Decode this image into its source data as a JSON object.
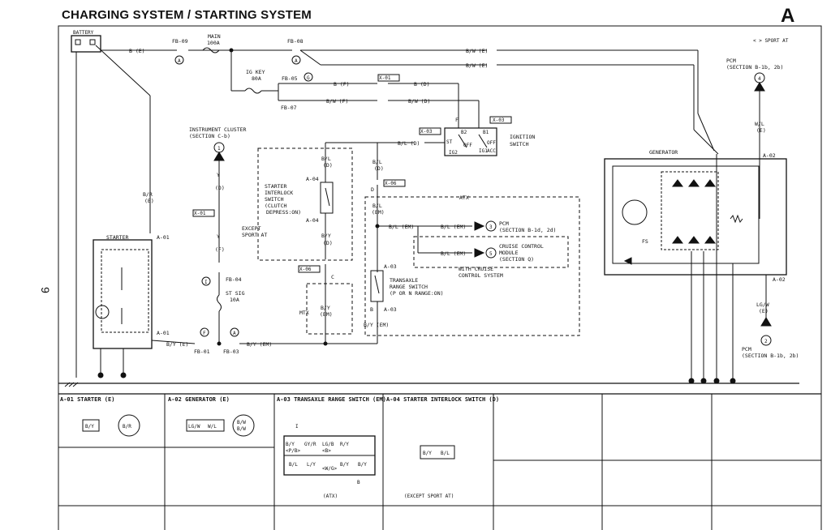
{
  "page": {
    "title": "CHARGING SYSTEM / STARTING SYSTEM",
    "section": "A",
    "page_number": "9",
    "legend": "< > SPORT AT"
  },
  "diagram": {
    "battery": "BATTERY",
    "fb09": "FB-09",
    "main_fuse": [
      "MAIN",
      "100A"
    ],
    "fb08": "FB-08",
    "ig_key_fuse": [
      "IG KEY",
      "80A"
    ],
    "fb05": "FB-05",
    "fb07": "FB-07",
    "x01": "X-01",
    "x03": "X-03",
    "x06": "X-06",
    "wires": {
      "b_e": "B (E)",
      "bw_e": "B/W (E)",
      "b_f": "B (F)",
      "b_d": "B (D)",
      "bw_f": "B/W (F)",
      "bw_d": "B/W (D)",
      "bl_d": "B/L (D)",
      "br_e": [
        "B/R",
        "(E)"
      ],
      "wl_e": [
        "W/L",
        "(E)"
      ],
      "y_d": [
        "Y",
        "(D)"
      ],
      "y_f": [
        "Y",
        "(F)"
      ],
      "bl_d_v": [
        "B/L",
        "(D)"
      ],
      "by_d": [
        "B/Y",
        "(D)"
      ],
      "bl_em": [
        "B/L",
        "(EM)"
      ],
      "bl_em_h": "B/L (EM)",
      "by_em": [
        "B/Y",
        "(EM)"
      ],
      "by_em_h": "B/Y (EM)",
      "by_e": "B/Y (E)",
      "lgw_e": [
        "LG/W",
        "(E)"
      ],
      "c": "C",
      "d": "D",
      "b": "B",
      "f": "F"
    },
    "ignition_switch": [
      "IGNITION",
      "SWITCH"
    ],
    "ign_terms": [
      "ST",
      "IG2",
      "IG1",
      "ACC",
      "OFF",
      "OFF",
      "B2",
      "B1"
    ],
    "pcm_top": [
      "PCM",
      "(SECTION B-1b, 2b)"
    ],
    "pcm_bottom": [
      "PCM",
      "(SECTION B-1b, 2b)"
    ],
    "pcm_mid": [
      "PCM",
      "(SECTION B-1d, 2d)"
    ],
    "cruise": [
      "CRUISE CONTROL",
      "MODULE",
      "(SECTION Q)"
    ],
    "with_cruise": [
      "WITH CRUISE",
      "CONTROL SYSTEM"
    ],
    "instrument_cluster": [
      "INSTRUMENT CLUSTER",
      "(SECTION C-b)"
    ],
    "starter_interlock": [
      "STARTER",
      "INTERLOCK",
      "SWITCH",
      "(CLUTCH",
      "DEPRESS:ON)"
    ],
    "except_sport": [
      "EXCEPT",
      "SPORT AT"
    ],
    "atx": "ATX",
    "mtx": "MTX",
    "transaxle_switch": [
      "TRANSAXLE",
      "RANGE SWITCH",
      "(P OR N RANGE:ON)"
    ],
    "generator": "GENERATOR",
    "fs": "FS",
    "starter": "STARTER",
    "fb04": "FB-04",
    "st_sig": [
      "ST SIG",
      "10A"
    ],
    "fb01": "FB-01",
    "fb03": "FB-03",
    "a01": "A-01",
    "a02": "A-02",
    "a03": "A-03",
    "a04": "A-04",
    "circles": [
      "A",
      "G",
      "1",
      "3",
      "5",
      "4",
      "2",
      "I",
      "F",
      "A"
    ]
  },
  "connector_table": {
    "headers": [
      "A-01 STARTER (E)",
      "A-02 GENERATOR (E)",
      "A-03 TRANSAXLE RANGE SWITCH (EM)",
      "A-04 STARTER INTERLOCK SWITCH (D)"
    ],
    "a01": {
      "pin_box": "B/Y",
      "pin_round": "B/R"
    },
    "a02": {
      "pins": [
        "LG/W",
        "W/L"
      ],
      "round": [
        "B/W",
        "B/W"
      ]
    },
    "a03": {
      "top": [
        "B/Y",
        "GY/R",
        "LG/B",
        "R/Y",
        ""
      ],
      "top2": [
        "<P/B>",
        "",
        "<B>",
        "",
        ""
      ],
      "bottom": [
        "B/L",
        "L/Y",
        "",
        "B/Y",
        "B/Y"
      ],
      "bottom2": [
        "",
        "",
        "<W/G>",
        "",
        ""
      ],
      "mark_i": "I",
      "mark_b": "B",
      "note": "(ATX)"
    },
    "a04": {
      "pins": [
        "B/Y",
        "B/L"
      ],
      "note": "(EXCEPT SPORT AT)"
    }
  }
}
